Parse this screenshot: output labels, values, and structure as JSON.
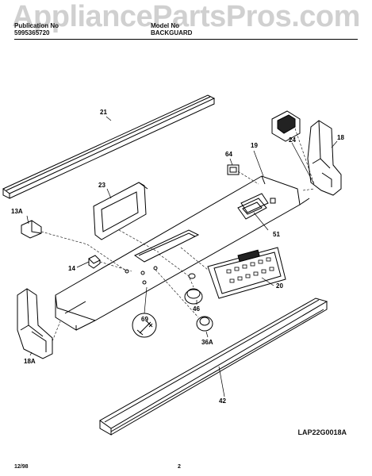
{
  "watermark": "AppliancePartsPros.com",
  "header": {
    "left_line1": "Publication No",
    "left_line2": "5995365720",
    "center_line1": "Model No",
    "center_line2": "BACKGUARD"
  },
  "diagram_code": "LAP22G0018A",
  "footer": {
    "date": "12/98",
    "page": "2"
  },
  "callouts": {
    "c21": "21",
    "c24": "24",
    "c18": "18",
    "c64": "64",
    "c19": "19",
    "c23": "23",
    "c13a": "13A",
    "c51": "51",
    "c14": "14",
    "c20": "20",
    "c46": "46",
    "c69": "69",
    "c36a": "36A",
    "c18a": "18A",
    "c42": "42"
  }
}
